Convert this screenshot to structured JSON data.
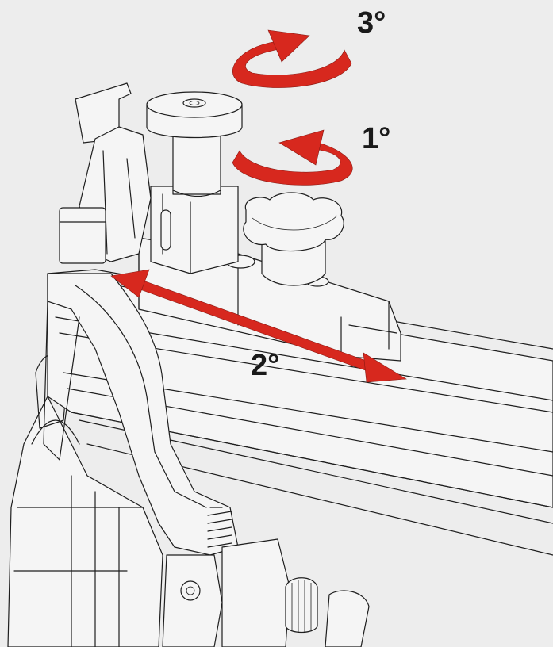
{
  "steps": [
    {
      "id": "1",
      "label": "1°",
      "motion": "rotate"
    },
    {
      "id": "2",
      "label": "2°",
      "motion": "slide"
    },
    {
      "id": "3",
      "label": "3°",
      "motion": "rotate"
    }
  ],
  "colors": {
    "background": "#ededed",
    "arrow": "#d7281e",
    "line": "#1e1e1e",
    "label": "#1a1a1a"
  },
  "icons": [
    "rotate-ccw-arrow-icon",
    "rotate-cw-arrow-icon",
    "double-headed-arrow-icon"
  ]
}
